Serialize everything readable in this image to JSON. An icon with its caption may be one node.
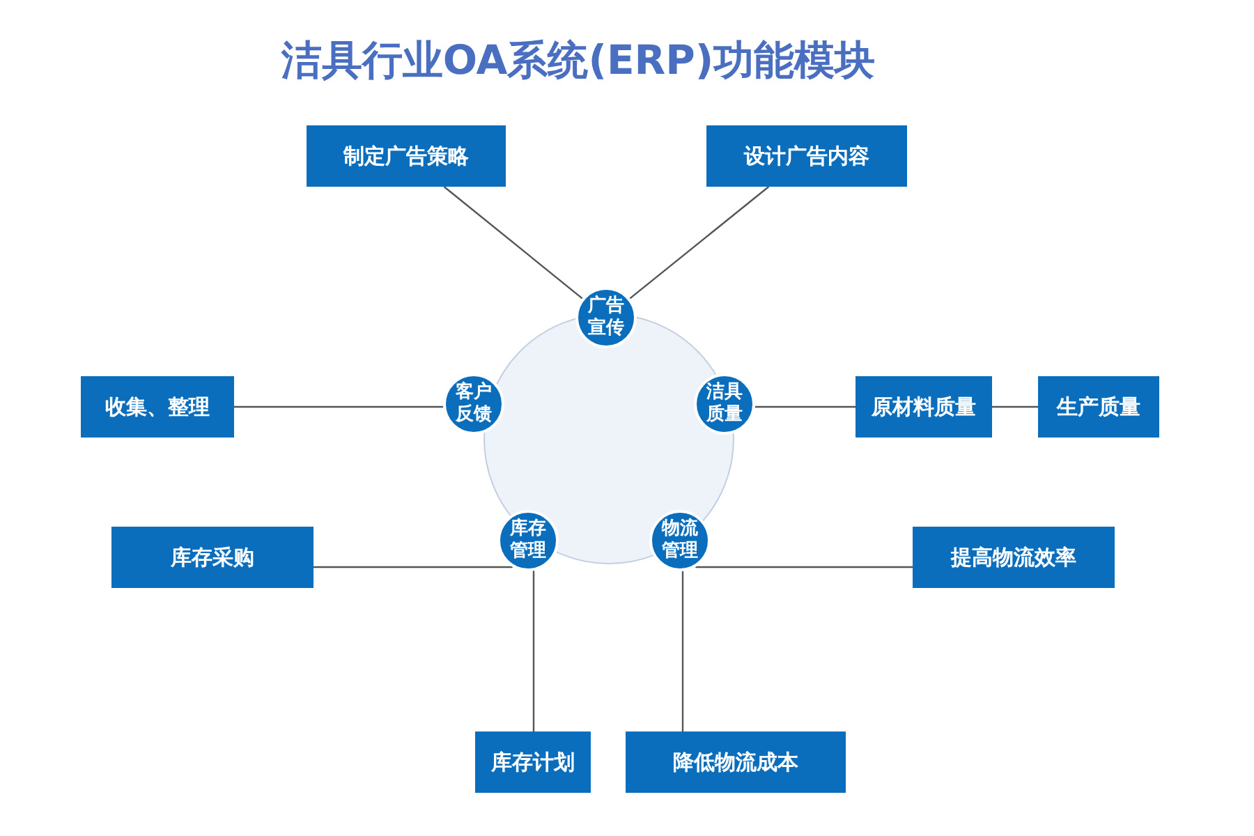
{
  "diagram": {
    "title": "洁具行业OA系统(ERP)功能模块",
    "nodes": [
      {
        "text": [],
        "shape": "circle"
      },
      {
        "text": [
          "广告宣传"
        ]
      },
      {
        "text": [
          "客户反馈"
        ]
      },
      {
        "text": [
          "洁具质量"
        ]
      },
      {
        "text": [
          "库存管理"
        ]
      },
      {
        "text": [
          "物流管理"
        ]
      },
      {
        "text": [
          "制定广告策略"
        ]
      },
      {
        "text": [
          "设计广告内容"
        ]
      },
      {
        "text": [
          "收集、整理"
        ]
      },
      {
        "text": [
          "原材料质量"
        ]
      },
      {
        "text": [
          "生产质量"
        ]
      },
      {
        "text": [
          "库存采购"
        ]
      },
      {
        "text": [
          "提高物流效率"
        ]
      },
      {
        "text": [
          "库存计划"
        ]
      },
      {
        "text": [
          "降低物流成本"
        ]
      }
    ],
    "edges": [
      {
        "from": 6,
        "to": 1,
        "arrow": "none"
      },
      {
        "from": 7,
        "to": 1,
        "arrow": "none"
      },
      {
        "from": 8,
        "to": 2,
        "arrow": "none"
      },
      {
        "from": 3,
        "to": 9,
        "arrow": "none"
      },
      {
        "from": 9,
        "to": 10,
        "arrow": "none"
      },
      {
        "from": 11,
        "to": 4,
        "arrow": "none"
      },
      {
        "from": 4,
        "to": 13,
        "arrow": "none"
      },
      {
        "from": 5,
        "to": 12,
        "arrow": "none"
      },
      {
        "from": 5,
        "to": 14,
        "arrow": "none"
      }
    ]
  }
}
